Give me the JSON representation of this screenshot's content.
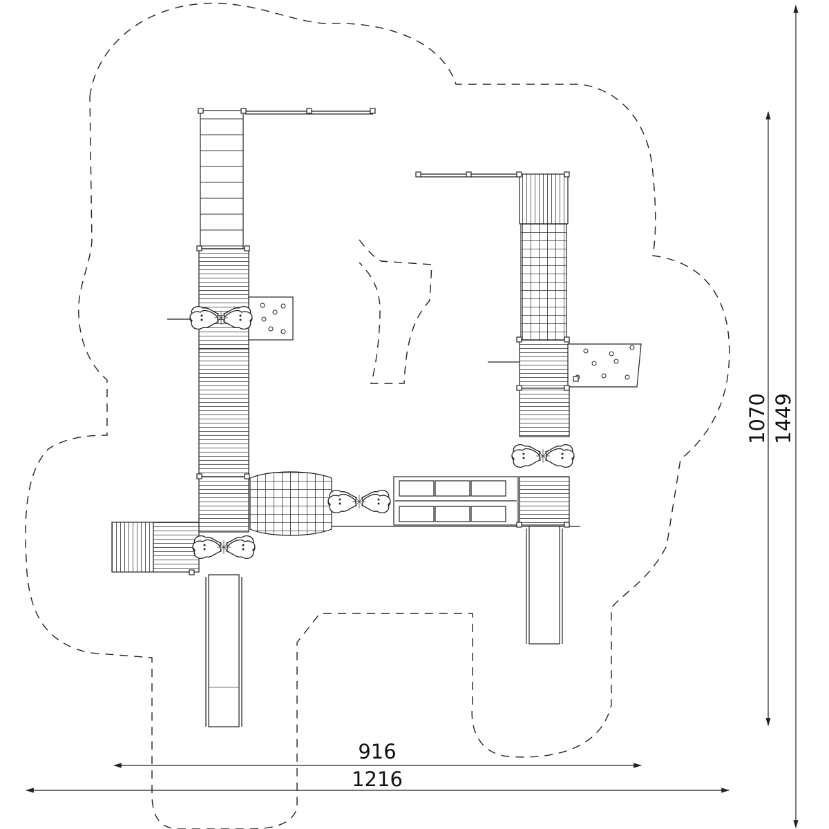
{
  "drawing": {
    "dimensions": {
      "width_inner": "916",
      "width_outer": "1216",
      "height_inner": "1070",
      "height_outer": "1449"
    }
  }
}
